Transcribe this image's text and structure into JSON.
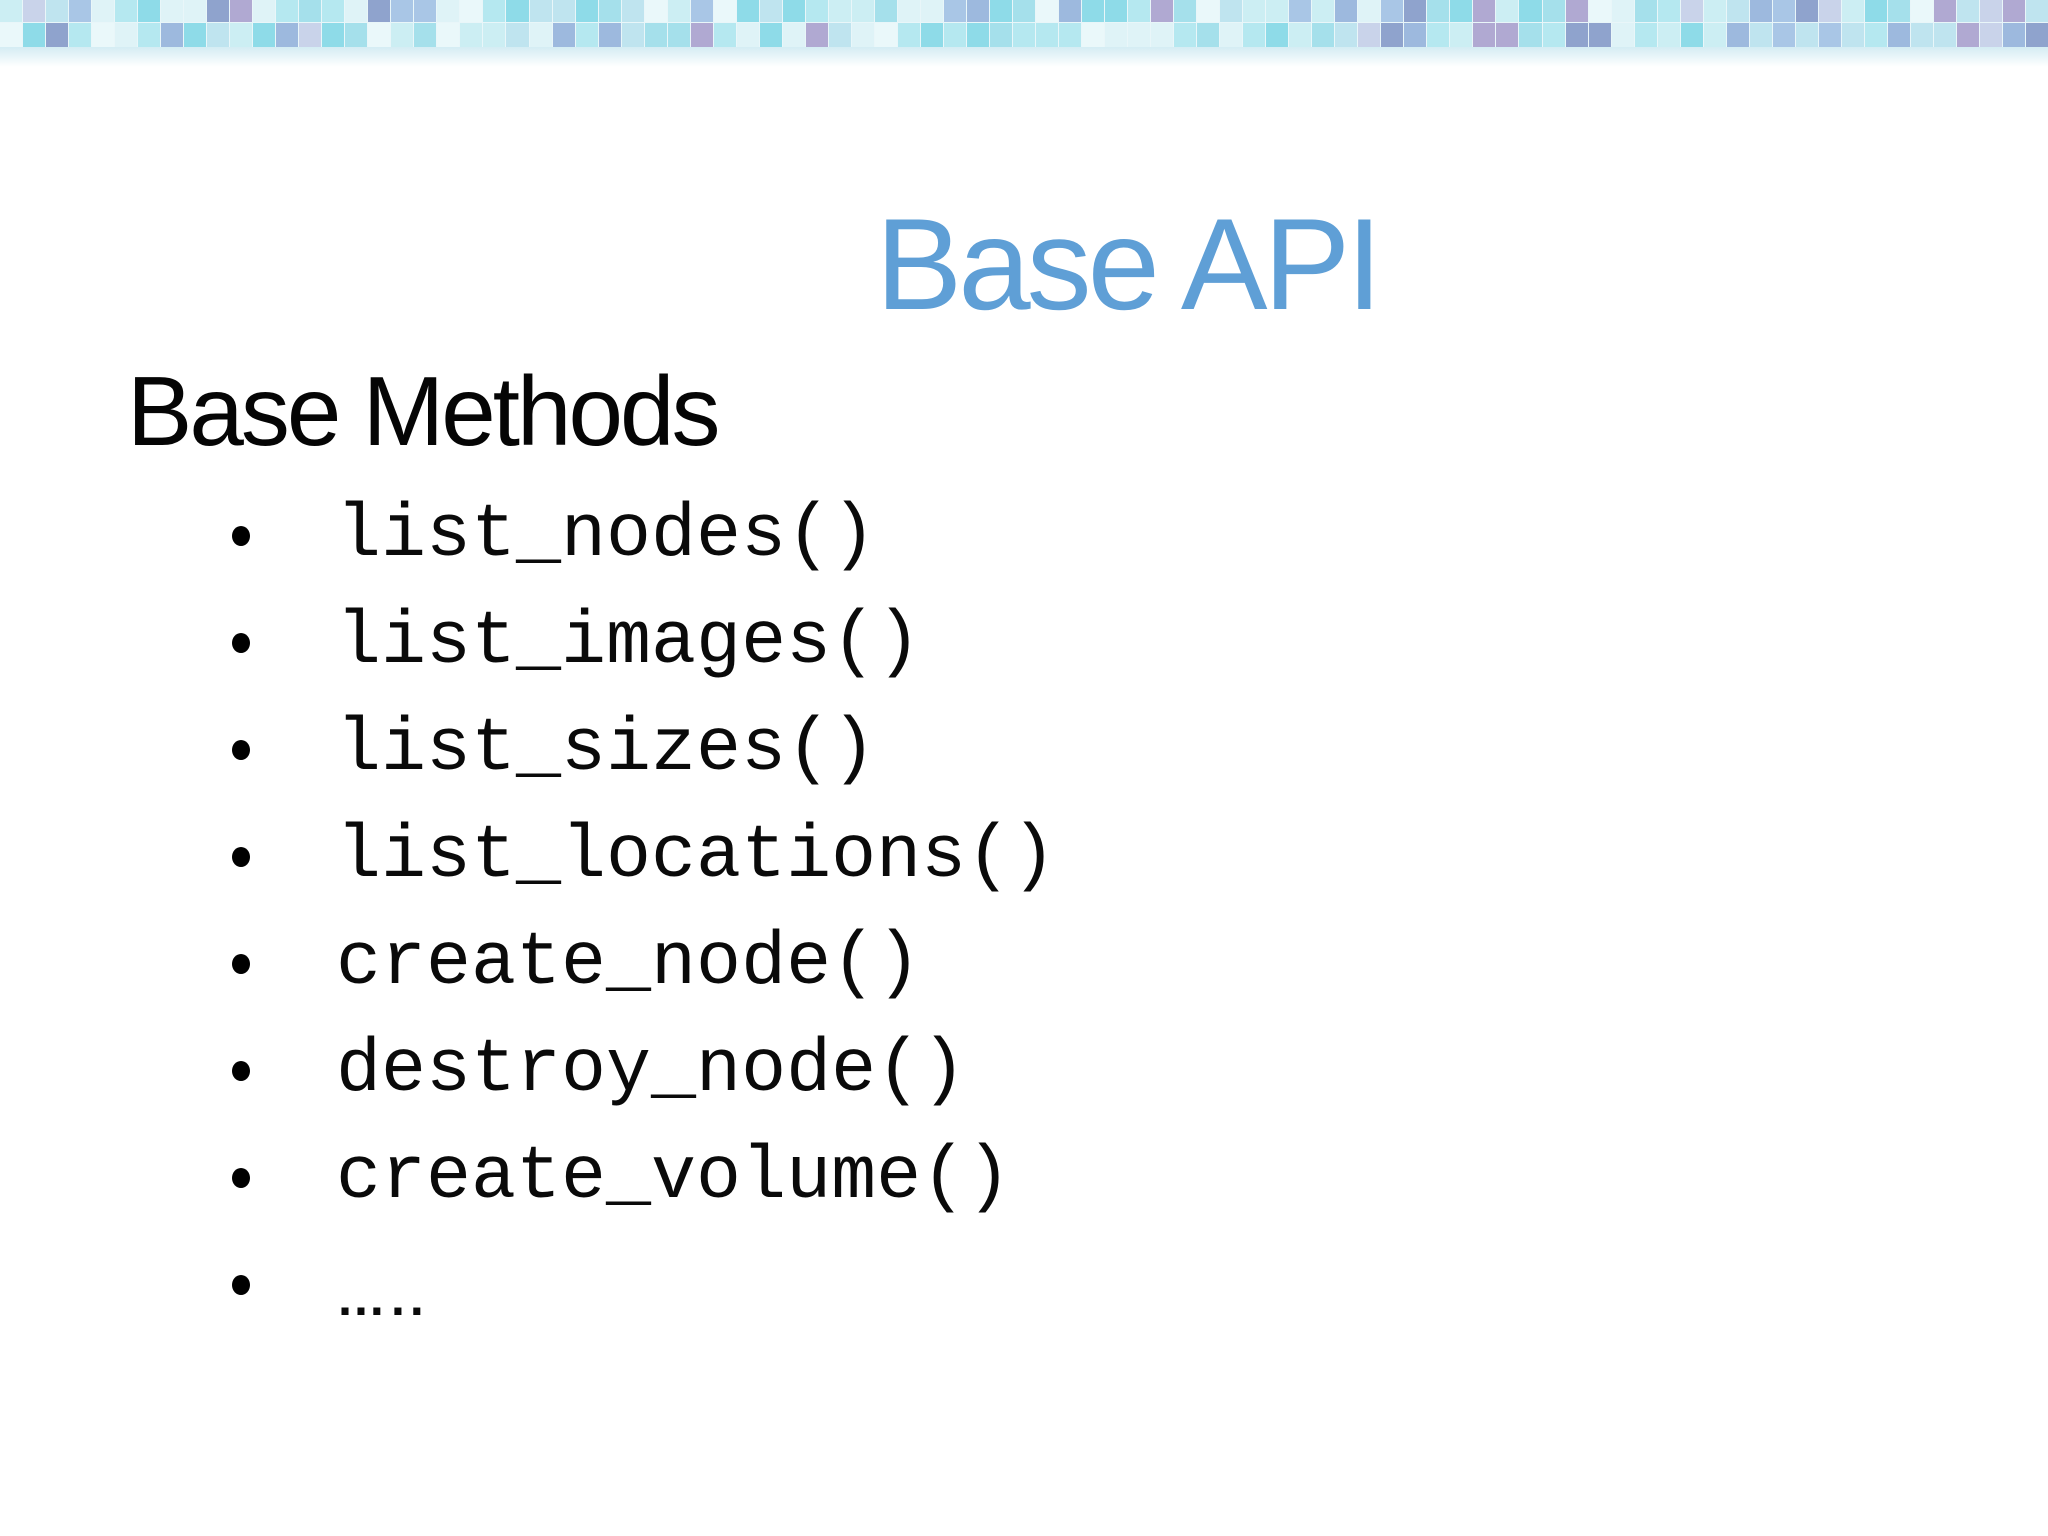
{
  "slide": {
    "title": "Base API",
    "heading": "Base Methods",
    "colors": {
      "title_accent": "#5f9fd6",
      "body_text": "#000000"
    },
    "methods": {
      "items": [
        {
          "label": "list_nodes()"
        },
        {
          "label": "list_images()"
        },
        {
          "label": "list_sizes()"
        },
        {
          "label": "list_locations()"
        },
        {
          "label": "create_node()"
        },
        {
          "label": "destroy_node()"
        },
        {
          "label": "create_volume()"
        },
        {
          "label": "….."
        }
      ]
    },
    "mosaic": {
      "palette": [
        "#dff3f7",
        "#b5e8f0",
        "#8edbe8",
        "#cceef3",
        "#eaf8fa",
        "#a5e0eb",
        "#bfe4ef",
        "#9db9de",
        "#8fa3cd",
        "#b0a9d2",
        "#a9c6e6",
        "#c9d3ea"
      ]
    }
  }
}
